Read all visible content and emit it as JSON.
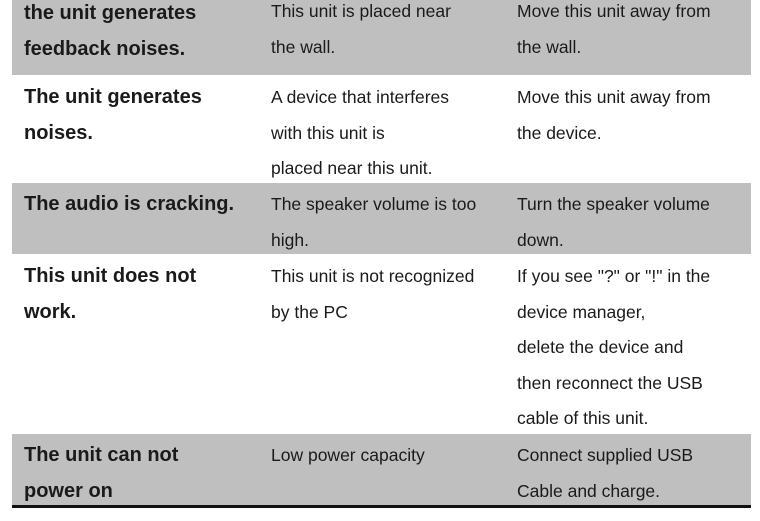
{
  "rows": [
    {
      "problem": [
        "the unit generates",
        "feedback noises."
      ],
      "cause": [
        "This unit is placed near",
        "the wall."
      ],
      "solution": [
        "Move this unit away from",
        "the wall."
      ]
    },
    {
      "problem": [
        "The unit generates",
        "noises."
      ],
      "cause": [
        "A device that interferes",
        "with this unit is",
        "placed near this unit."
      ],
      "solution": [
        "Move this unit away from",
        "the device."
      ]
    },
    {
      "problem": [
        "The audio is cracking."
      ],
      "cause": [
        "The speaker volume is too",
        "high."
      ],
      "solution": [
        "Turn the speaker volume",
        "down."
      ]
    },
    {
      "problem": [
        "This unit does not",
        "work."
      ],
      "cause": [
        "This unit is not recognized",
        "by the PC"
      ],
      "solution": [
        "If you see \"?\" or \"!\" in the",
        "device manager,",
        "delete the device and",
        "then reconnect the USB",
        "cable of this unit."
      ]
    },
    {
      "problem": [
        "The unit can not",
        "power on"
      ],
      "cause": [
        "Low power capacity"
      ],
      "solution": [
        "Connect supplied USB",
        "Cable and charge."
      ]
    }
  ]
}
